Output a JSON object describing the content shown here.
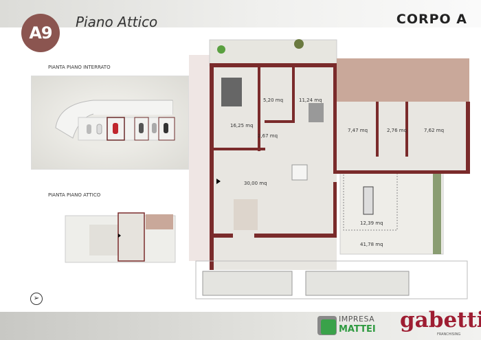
{
  "header": {
    "unit_code": "A9",
    "floor_title": "Piano Attico",
    "building": "CORPO A"
  },
  "side": {
    "basement_label": "PIANTA PIANO INTERRATO",
    "attic_label": "PIANTA PIANO ATTICO"
  },
  "plan": {
    "rooms": [
      {
        "area": "16,25 mq"
      },
      {
        "area": "5,20 mq"
      },
      {
        "area": "11,24 mq"
      },
      {
        "area": "2,67 mq"
      },
      {
        "area": "7,47 mq"
      },
      {
        "area": "2,76 mq"
      },
      {
        "area": "7,62 mq"
      },
      {
        "area": "30,00 mq"
      },
      {
        "area": "12,39 mq"
      },
      {
        "area": "41,78 mq"
      }
    ]
  },
  "compass_icon": "north-arrow-icon",
  "footer": {
    "builder_line1": "IMPRESA",
    "builder_line2": "MATTEI",
    "agency": "gabetti",
    "agency_sub": "FRANCHISING"
  },
  "colors": {
    "accent": "#8b5550",
    "wall": "#7a2b2b",
    "mattei_green": "#3aa24a",
    "gabetti_red": "#9e1d32"
  }
}
